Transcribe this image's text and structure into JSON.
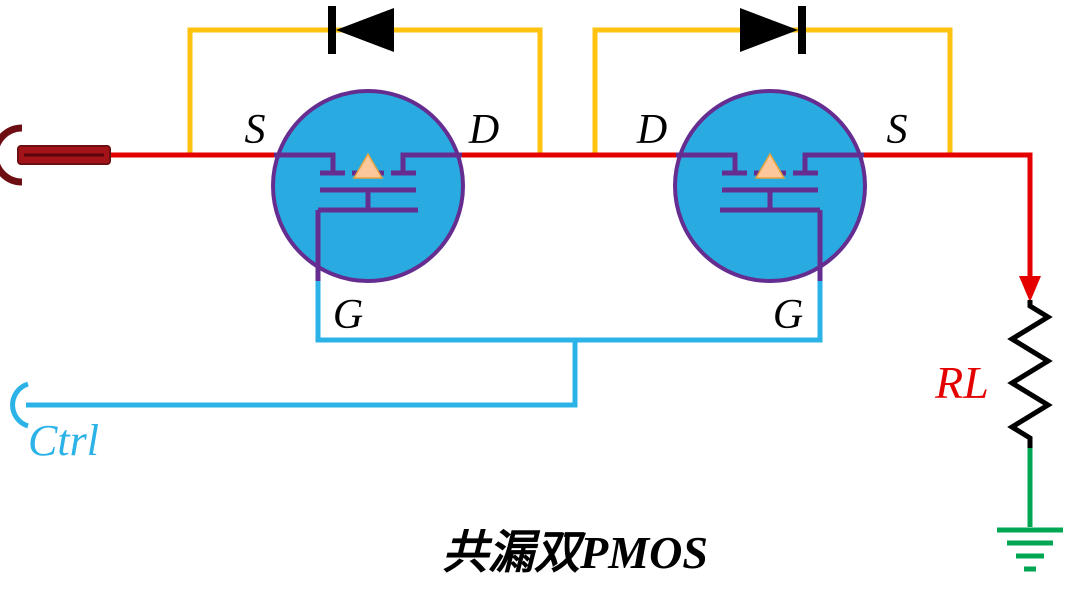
{
  "diagram": {
    "title": "共漏双PMOS",
    "transistors": [
      {
        "id": "left-pmos",
        "left_terminal": "S",
        "right_terminal": "D",
        "gate_label": "G"
      },
      {
        "id": "right-pmos",
        "left_terminal": "D",
        "right_terminal": "S",
        "gate_label": "G"
      }
    ],
    "ctrl_label": "Ctrl",
    "load_label": "RL",
    "components": {
      "body_diodes": 2,
      "load_resistor": "RL",
      "ground": "earth-ground"
    },
    "colors": {
      "wire_red": "#E50000",
      "plug_dark_red": "#6D0F12",
      "wire_yellow": "#FFC20E",
      "wire_cyan": "#2BB3E8",
      "wire_green": "#00A651",
      "transistor_fill": "#29ABE2",
      "transistor_stroke": "#662D91",
      "mos_arrow_fill": "#FBC79B",
      "diode_black": "#000000",
      "text_black": "#000000"
    }
  }
}
